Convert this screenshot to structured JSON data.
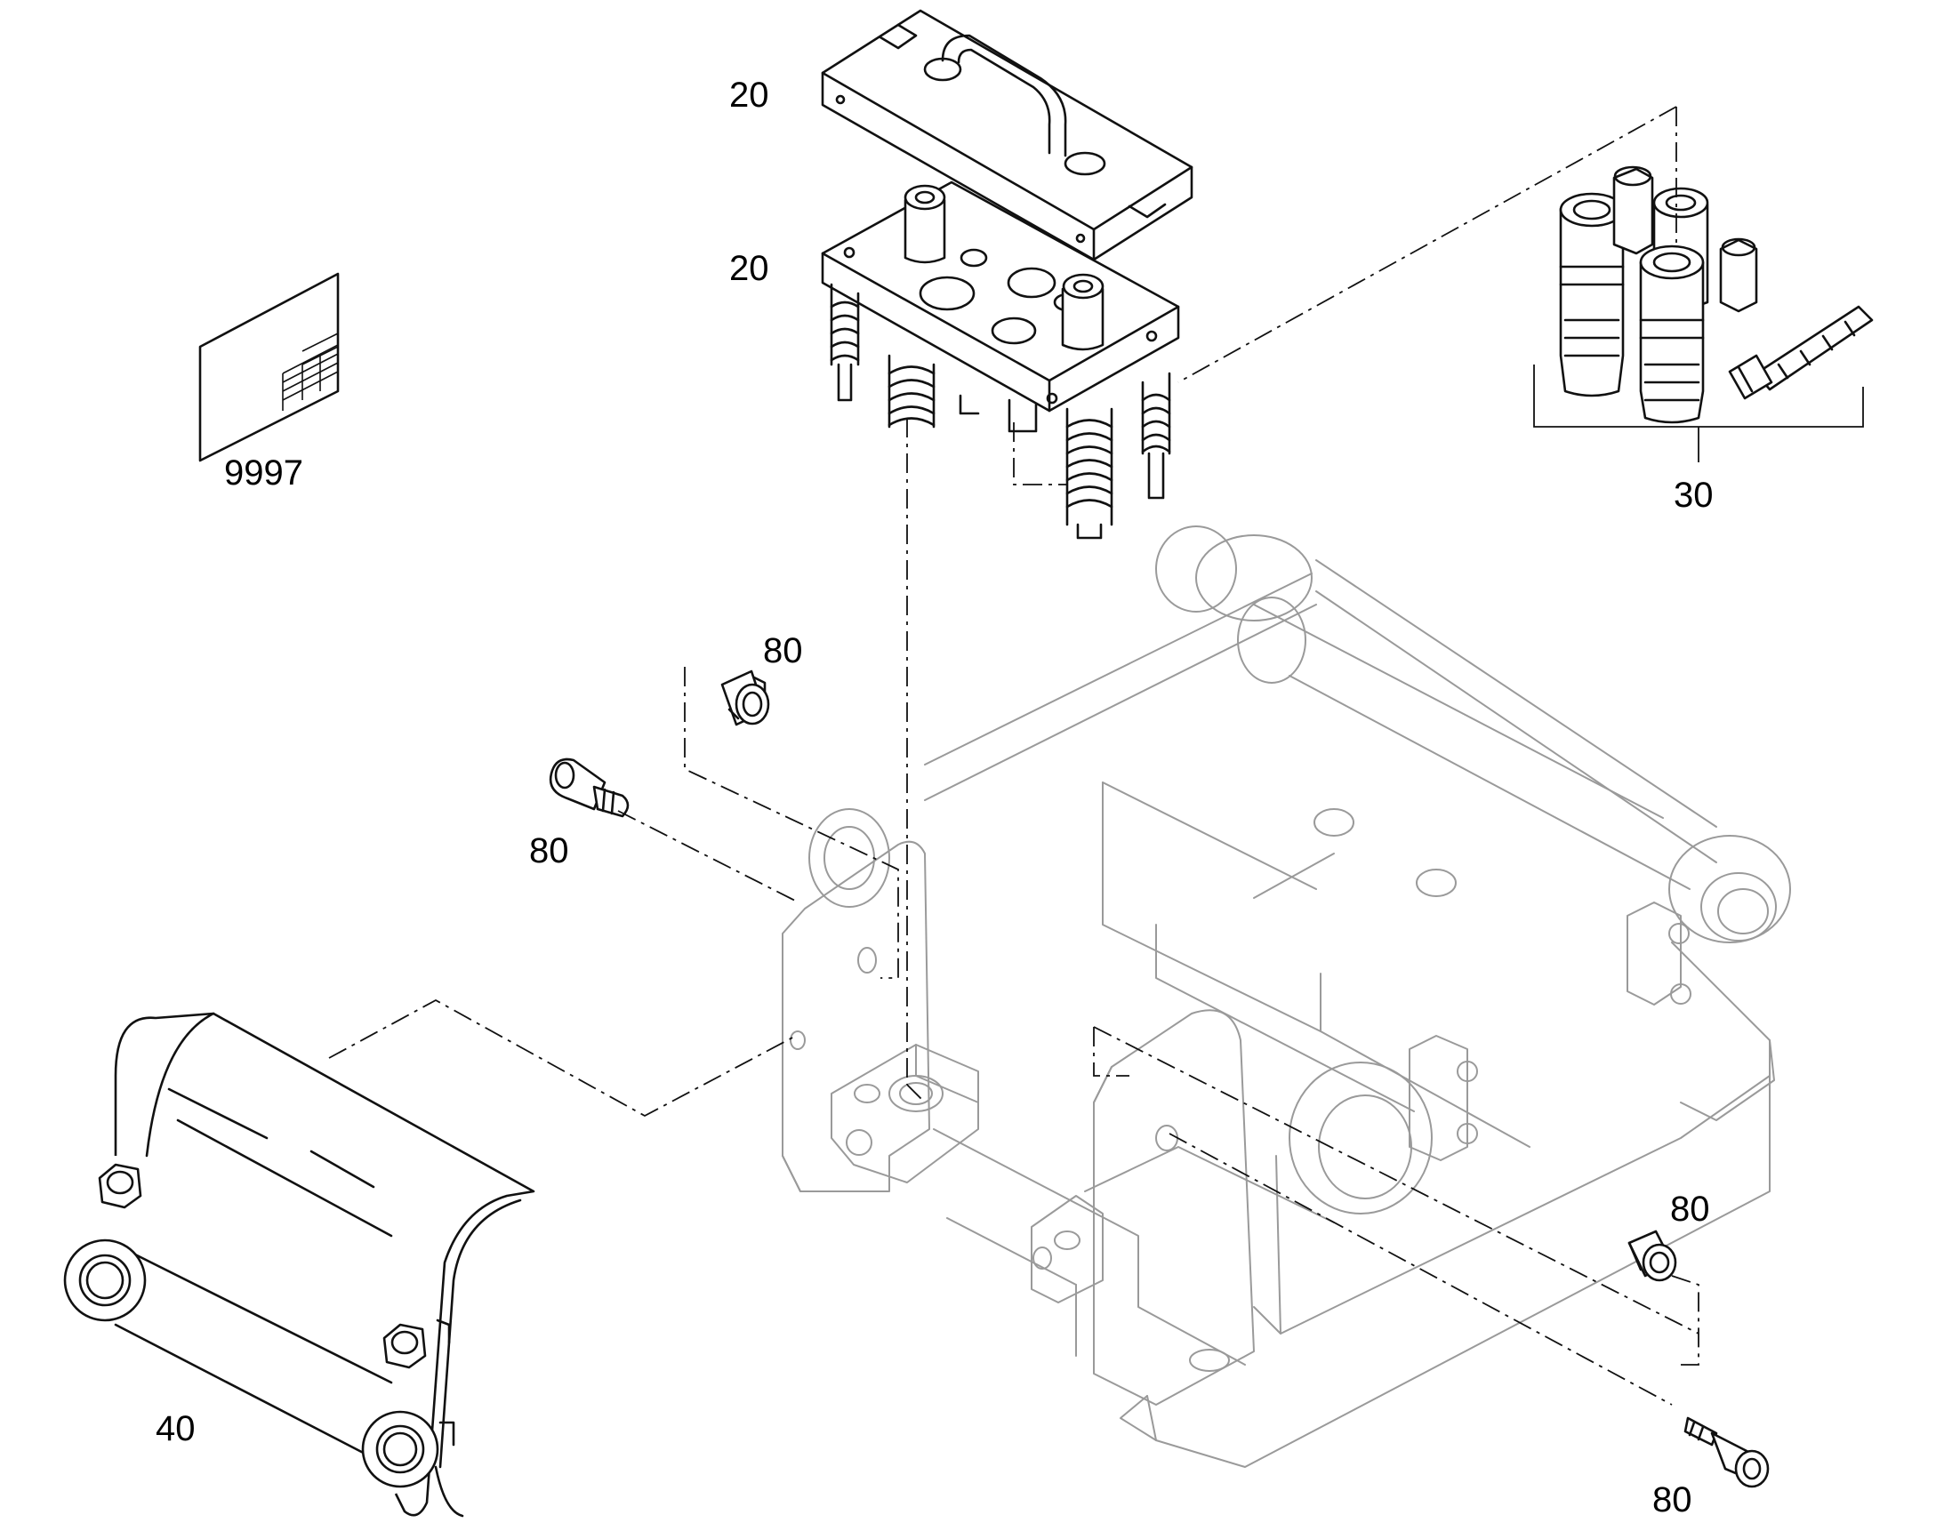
{
  "callouts": {
    "c20_top": "20",
    "c20_lower": "20",
    "c9997": "9997",
    "c30": "30",
    "c80_nut_left": "80",
    "c80_bolt_left": "80",
    "c80_nut_right": "80",
    "c80_bolt_right": "80",
    "c40": "40"
  },
  "colors": {
    "part_line": "#111111",
    "ghost_line": "#9a9a9a",
    "background": "#ffffff"
  }
}
